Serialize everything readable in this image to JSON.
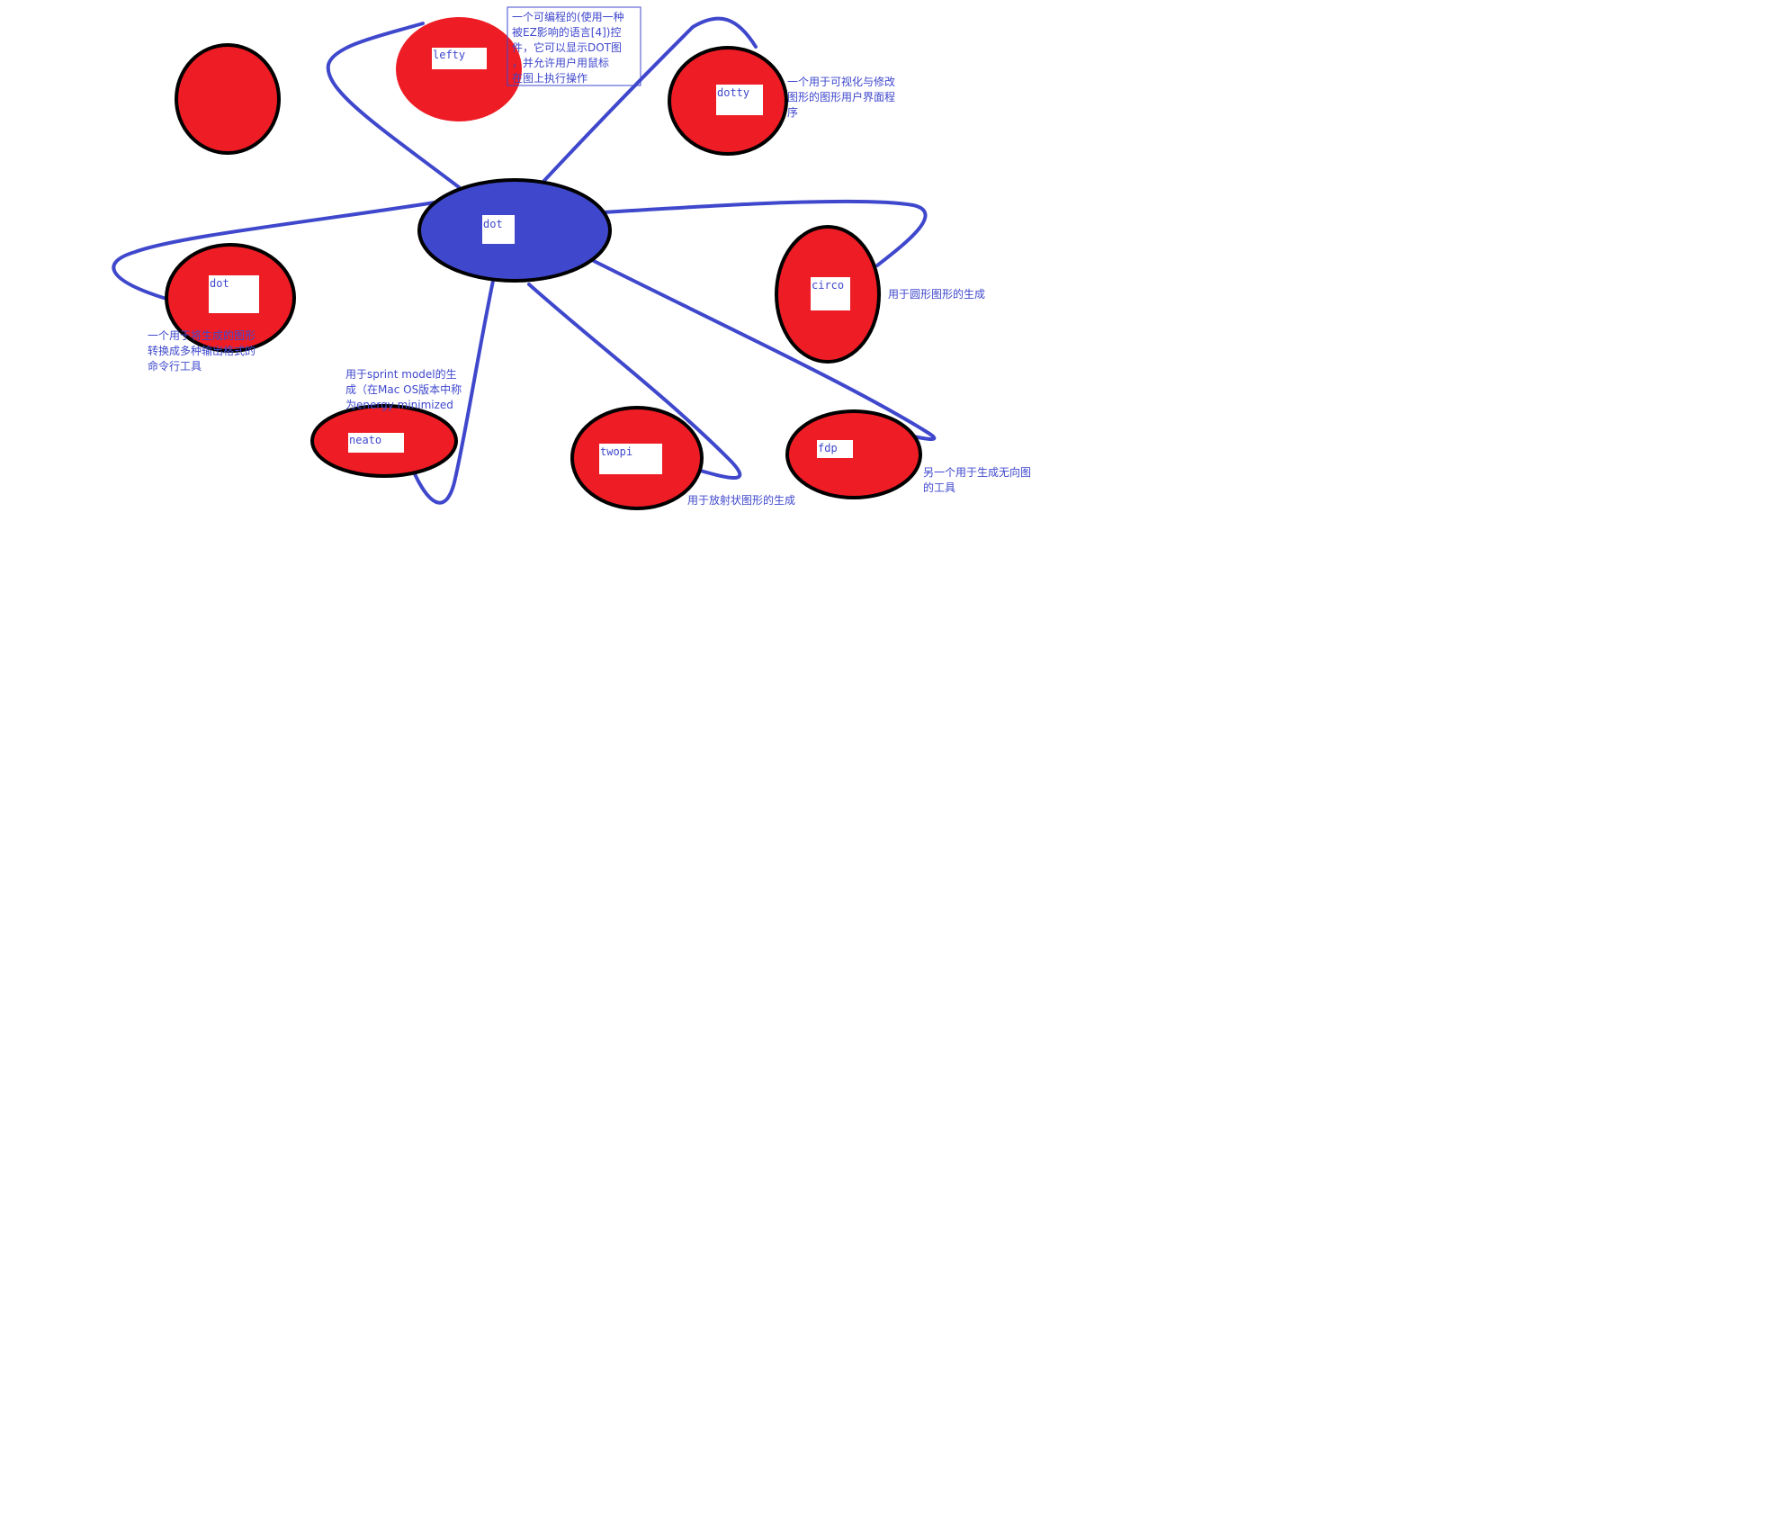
{
  "colors": {
    "background": "#ffffff",
    "node_fill": "#ee1c24",
    "center_fill": "#3f48cc",
    "outline": "#000000",
    "connector": "#3f48cc",
    "label_box": "#ffffff",
    "text": "#3f48cc"
  },
  "nodes": {
    "center": {
      "label": "dot"
    },
    "lefty": {
      "label": "lefty"
    },
    "dotty": {
      "label": "dotty"
    },
    "dot": {
      "label": "dot"
    },
    "circo": {
      "label": "circo"
    },
    "neato": {
      "label": "neato"
    },
    "twopi": {
      "label": "twopi"
    },
    "fdp": {
      "label": "fdp"
    }
  },
  "annotations": {
    "lefty": [
      "一个可编程的(使用一种",
      "被EZ影响的语言[4])控",
      "件，它可以显示DOT图",
      "，并允许用户用鼠标",
      "在图上执行操作"
    ],
    "dotty": [
      "一个用于可视化与修改",
      "图形的图形用户界面程",
      "序"
    ],
    "dot": [
      "一个用于将生成的图形",
      "转换成多种输出格式的",
      "命令行工具"
    ],
    "circo": [
      "用于圆形图形的生成"
    ],
    "neato": [
      "用于sprint model的生",
      "成（在Mac OS版本中称",
      "为energy minimized"
    ],
    "twopi": [
      "用于放射状图形的生成"
    ],
    "fdp": [
      "另一个用于生成无向图",
      "的工具"
    ]
  }
}
